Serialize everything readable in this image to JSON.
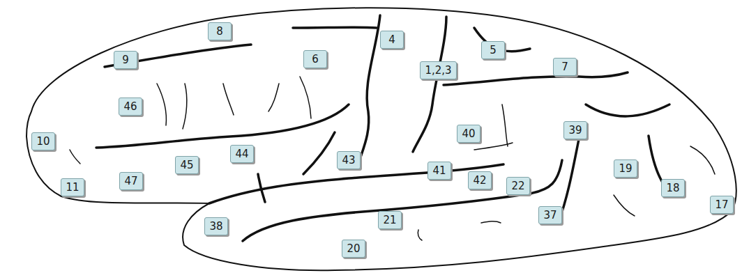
{
  "diagram": {
    "nodes": [
      {
        "text": [
          "8"
        ]
      },
      {
        "text": [
          "4"
        ]
      },
      {
        "text": [
          "5"
        ]
      },
      {
        "text": [
          "9"
        ]
      },
      {
        "text": [
          "6"
        ]
      },
      {
        "text": [
          "7"
        ]
      },
      {
        "text": [
          "1,2,3"
        ]
      },
      {
        "text": [
          "46"
        ]
      },
      {
        "text": [
          "39"
        ]
      },
      {
        "text": [
          "40"
        ]
      },
      {
        "text": [
          "10"
        ]
      },
      {
        "text": [
          "44"
        ]
      },
      {
        "text": [
          "43"
        ]
      },
      {
        "text": [
          "45"
        ]
      },
      {
        "text": [
          "19"
        ]
      },
      {
        "text": [
          "41"
        ]
      },
      {
        "text": [
          "42"
        ]
      },
      {
        "text": [
          "47"
        ]
      },
      {
        "text": [
          "22"
        ]
      },
      {
        "text": [
          "11"
        ]
      },
      {
        "text": [
          "18"
        ]
      },
      {
        "text": [
          "17"
        ]
      },
      {
        "text": [
          "37"
        ]
      },
      {
        "text": [
          "21"
        ]
      },
      {
        "text": [
          "38"
        ]
      },
      {
        "text": [
          "20"
        ]
      }
    ]
  }
}
